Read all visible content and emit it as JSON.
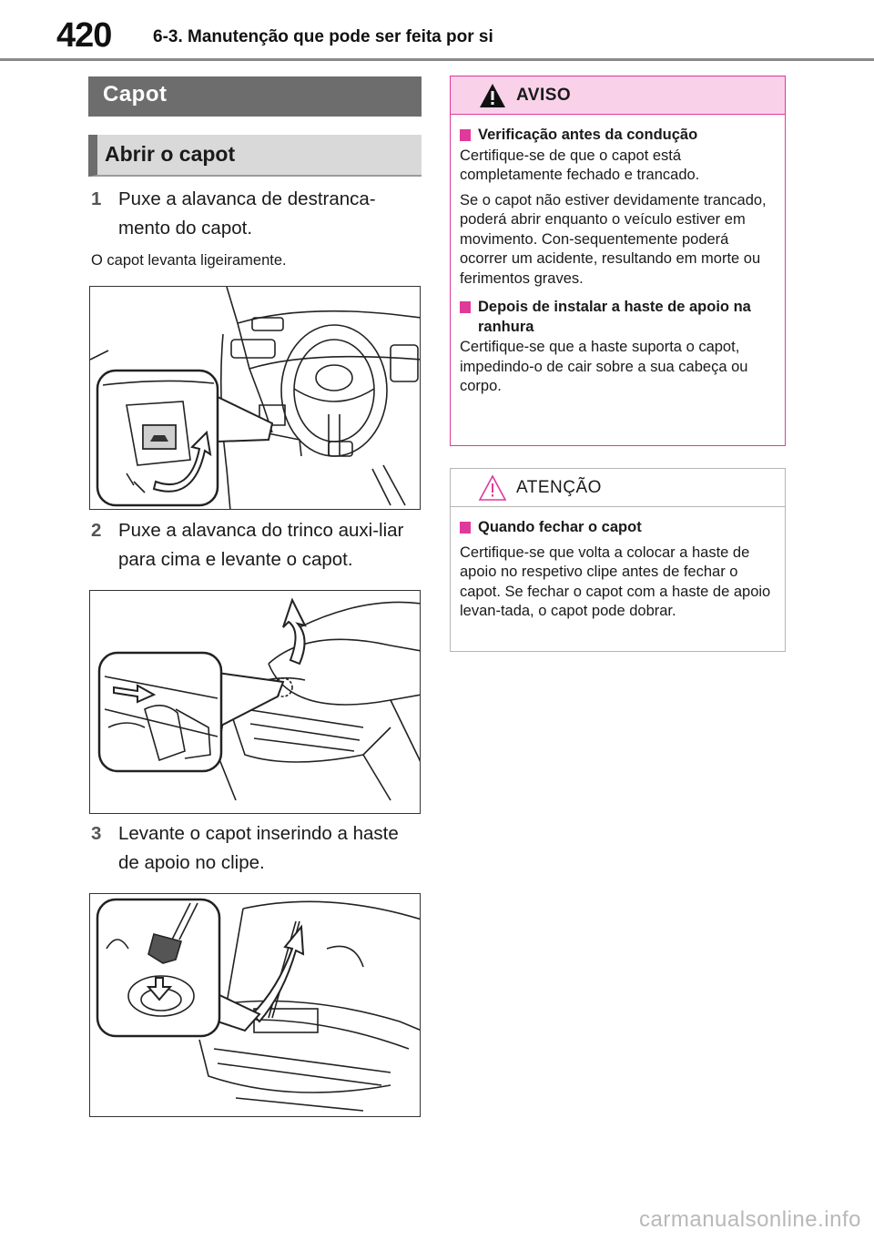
{
  "header": {
    "page_number": "420",
    "chapter": "6-3. Manutenção que pode ser feita por si"
  },
  "section": {
    "title": "Capot",
    "subtitle": "Abrir o capot"
  },
  "steps": [
    {
      "num": "1",
      "text": "Puxe a alavanca de destranca-mento do capot."
    },
    {
      "num": "2",
      "text": "Puxe a alavanca do trinco auxi-liar para cima e levante o capot."
    },
    {
      "num": "3",
      "text": "Levante o capot inserindo a haste de apoio no clipe."
    }
  ],
  "step1_note": "O capot levanta ligeiramente.",
  "warning": {
    "title": "AVISO",
    "accent_color": "#e0399a",
    "header_bg": "#f9d2ea",
    "item1_head": "Verificação antes da condução",
    "item1_p1": "Certifique-se de que o capot está completamente fechado e trancado.",
    "item1_p2": "Se o capot não estiver devidamente trancado, poderá abrir enquanto o veículo estiver em movimento. Con-sequentemente poderá ocorrer um acidente, resultando em morte ou ferimentos graves.",
    "item2_head": "Depois de instalar a haste de apoio na ranhura",
    "item2_p1": "Certifique-se que a haste suporta o capot, impedindo-o de cair sobre a sua cabeça ou corpo."
  },
  "caution": {
    "title": "ATENÇÃO",
    "item1_head": "Quando fechar o capot",
    "item1_p1": "Certifique-se que volta a colocar a haste de apoio no respetivo clipe antes de fechar o capot. Se fechar o capot com a haste de apoio levan-tada, o capot pode dobrar."
  },
  "watermark": "carmanualsonline.info",
  "icons": {
    "warning": "warning-triangle-icon",
    "caution": "caution-triangle-icon",
    "bullet": "square-bullet-icon"
  }
}
